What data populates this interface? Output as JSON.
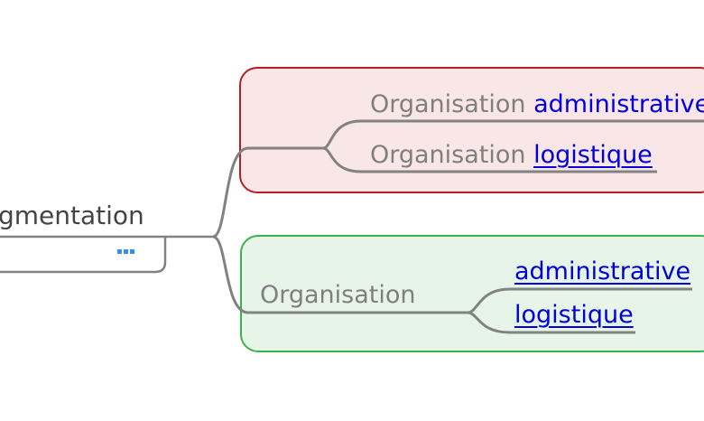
{
  "root": {
    "label": "gmentation"
  },
  "groups": [
    {
      "branch_label": "",
      "children": [
        {
          "prefix": "Organisation",
          "link": "administrative"
        },
        {
          "prefix": "Organisation",
          "link": "logistique"
        }
      ]
    },
    {
      "branch_label": "Organisation",
      "children": [
        {
          "prefix": "",
          "link": "administrative"
        },
        {
          "prefix": "",
          "link": "logistique"
        }
      ]
    }
  ],
  "colors": {
    "connector": "#828282",
    "red_border": "#b81e1e",
    "red_fill": "#f9e6e6",
    "green_border": "#3bb34a",
    "green_fill": "#e7f5e8",
    "link_text": "#0000dd",
    "plain_text": "#7f7f7f",
    "dots": "#3a8ee6"
  },
  "icons": {
    "more": "ellipsis-icon"
  }
}
